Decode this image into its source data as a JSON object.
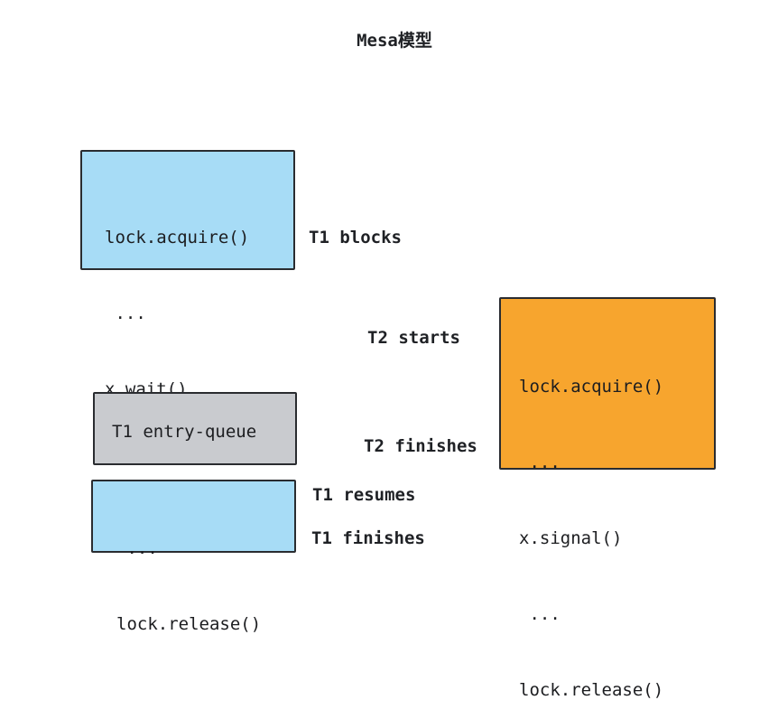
{
  "diagram": {
    "title": "Mesa模型",
    "blocks": {
      "t1_start": {
        "lines": [
          "lock.acquire()",
          " ...",
          "x.wait()"
        ]
      },
      "t2": {
        "lines": [
          "lock.acquire()",
          " ...",
          "x.signal()",
          " ...",
          "lock.release()"
        ]
      },
      "entry_queue": {
        "text": "T1 entry-queue"
      },
      "t1_end": {
        "lines": [
          " ...",
          "lock.release()"
        ]
      }
    },
    "labels": {
      "t1_blocks": "T1 blocks",
      "t2_starts": "T2 starts",
      "t2_finishes": "T2 finishes",
      "t1_resumes": "T1 resumes",
      "t1_finishes": "T1 finishes"
    },
    "colors": {
      "thread1": "#a7dcf6",
      "thread2": "#f7a52e",
      "queue": "#c9cbcf",
      "border": "#2a2c30"
    }
  }
}
